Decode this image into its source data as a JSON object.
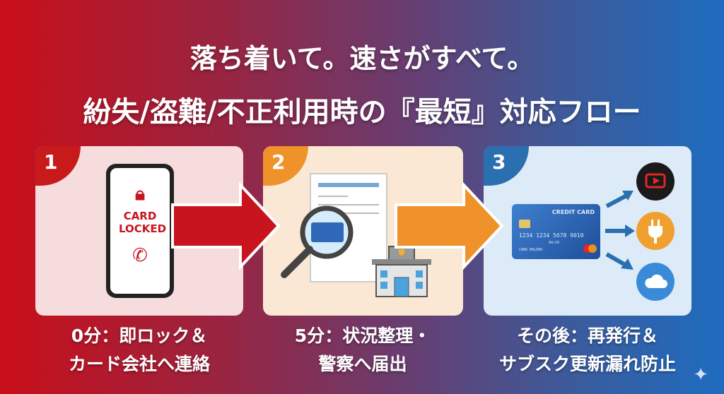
{
  "title": {
    "line1": "落ち着いて。速さがすべて。",
    "line2": "紛失/盗難/不正利用時の『最短』対応フロー"
  },
  "steps": [
    {
      "number": "1",
      "phone_text": "CARD LOCKED",
      "caption1": "0分：即ロック＆",
      "caption2": "カード会社へ連絡",
      "color": "#c81a1a"
    },
    {
      "number": "2",
      "caption1": "5分：状況整理・",
      "caption2": "警察へ届出",
      "color": "#f0922a"
    },
    {
      "number": "3",
      "card_title": "CREDIT CARD",
      "card_number": "1234 1234 5678 9010",
      "card_expiry": "04/20",
      "card_holder": "CARD HOLDER",
      "caption1": "その後：再発行＆",
      "caption2": "サブスク更新漏れ防止",
      "color": "#2a6fb0"
    }
  ]
}
